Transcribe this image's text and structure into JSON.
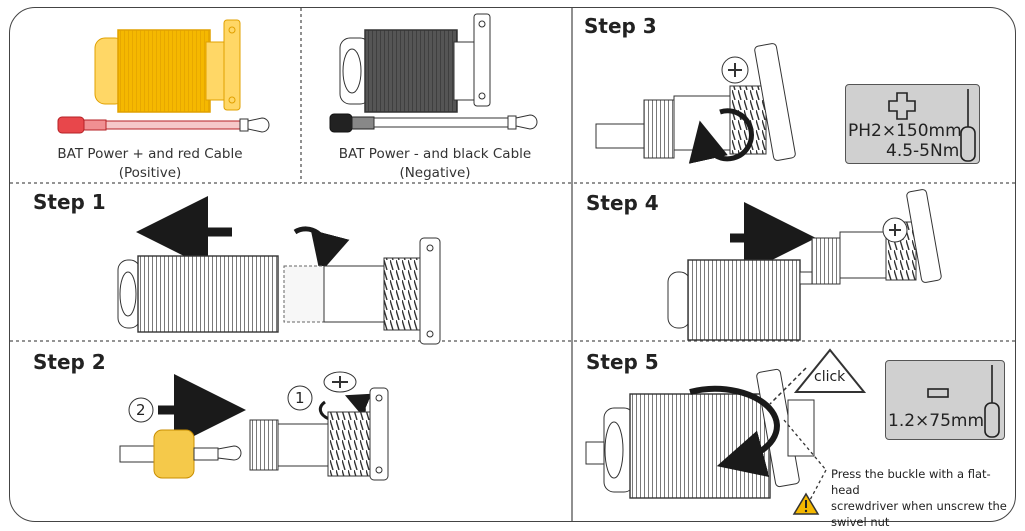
{
  "cables": {
    "positive": {
      "line1": "BAT Power + and red Cable",
      "line2": "(Positive)",
      "color": "#f5b800",
      "cable_color": "#e8474b"
    },
    "negative": {
      "line1": "BAT Power - and black Cable",
      "line2": "(Negative)",
      "color": "#4a4a4a"
    }
  },
  "steps": {
    "step1": {
      "title": "Step 1"
    },
    "step2": {
      "title": "Step 2",
      "marker1": "1",
      "marker2": "2"
    },
    "step3": {
      "title": "Step 3",
      "tool_line1": "PH2×150mm",
      "tool_line2": "4.5-5Nm",
      "tool_icon": "phillips-screwdriver-icon"
    },
    "step4": {
      "title": "Step 4"
    },
    "step5": {
      "title": "Step 5",
      "click_label": "click",
      "tool_line1": "1.2×75mm",
      "tool_icon": "flat-screwdriver-icon",
      "warning_icon": "warning-triangle-icon",
      "note": [
        "Press the buckle with a flat-head",
        "screwdriver when unscrew the",
        "swivel nut"
      ]
    }
  },
  "colors": {
    "line": "#222222",
    "panel_gray": "#d0d0d0",
    "arrow": "#1a1a1a",
    "accent_yellow": "#f5b800"
  }
}
